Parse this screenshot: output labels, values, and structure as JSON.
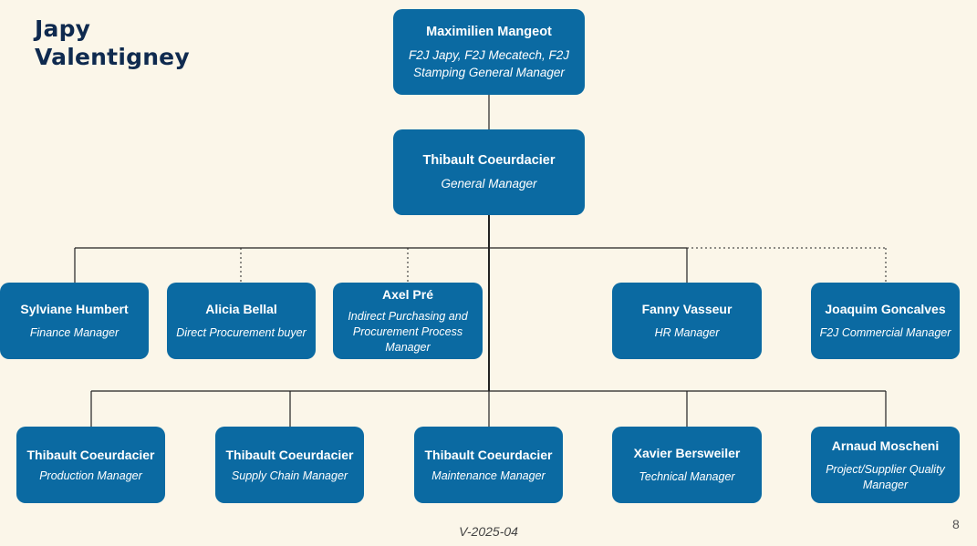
{
  "slide": {
    "title_line1": "Japy",
    "title_line2": "Valentigney",
    "version": "V-2025-04",
    "page_number": "8"
  },
  "org": {
    "ceo": {
      "name": "Maximilien Mangeot",
      "role": "F2J Japy, F2J Mecatech, F2J Stamping General Manager"
    },
    "gm": {
      "name": "Thibault Coeurdacier",
      "role": "General Manager"
    },
    "staff": [
      {
        "name": "Sylviane Humbert",
        "role": "Finance Manager",
        "link": "solid"
      },
      {
        "name": "Alicia Bellal",
        "role": "Direct Procurement buyer",
        "link": "dotted"
      },
      {
        "name": "Axel Pré",
        "role": "Indirect Purchasing and Procurement Process Manager",
        "link": "dotted"
      },
      {
        "name": "Fanny Vasseur",
        "role": "HR Manager",
        "link": "solid"
      },
      {
        "name": "Joaquim Goncalves",
        "role": "F2J Commercial Manager",
        "link": "dotted"
      }
    ],
    "reports": [
      {
        "name": "Thibault Coeurdacier",
        "role": "Production Manager"
      },
      {
        "name": "Thibault Coeurdacier",
        "role": "Supply Chain Manager"
      },
      {
        "name": "Thibault Coeurdacier",
        "role": "Maintenance Manager"
      },
      {
        "name": "Xavier Bersweiler",
        "role": "Technical Manager"
      },
      {
        "name": "Arnaud Moscheni",
        "role": "Project/Supplier Quality Manager"
      }
    ]
  },
  "colors": {
    "box": "#0b6aa2",
    "background": "#fbf6e9",
    "title": "#0f2a4f",
    "line": "#222222"
  }
}
